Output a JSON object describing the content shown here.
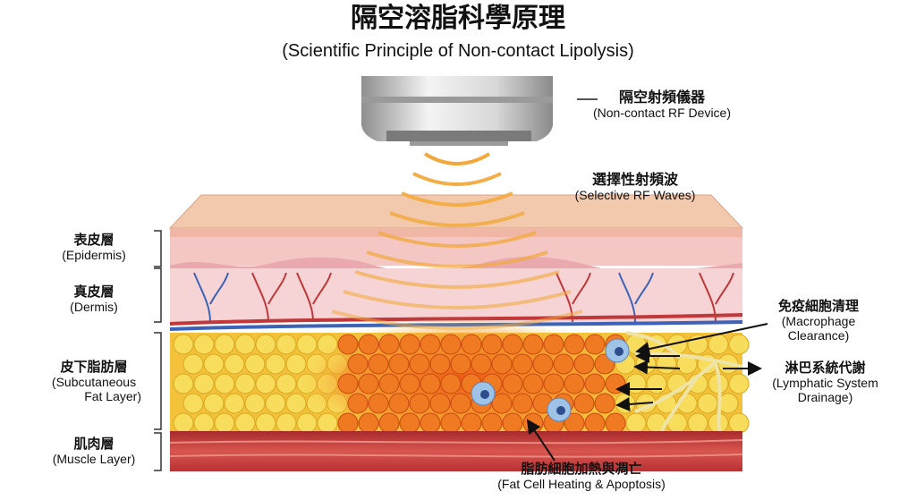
{
  "title": "隔空溶脂科學原理",
  "subtitle": "(Scientific Principle of Non-contact Lipolysis)",
  "labels": {
    "device": {
      "zh": "隔空射頻儀器",
      "en": "(Non-contact RF Device)"
    },
    "waves": {
      "zh": "選擇性射頻波",
      "en": "(Selective RF Waves)"
    },
    "epidermis": {
      "zh": "表皮層",
      "en": "(Epidermis)"
    },
    "dermis": {
      "zh": "真皮層",
      "en": "(Dermis)"
    },
    "fat": {
      "zh": "皮下脂肪層",
      "en1": "(Subcutaneous",
      "en2": "Fat Layer)"
    },
    "muscle": {
      "zh": "肌肉層",
      "en": "(Muscle Layer)"
    },
    "macrophage": {
      "zh": "免疫細胞清理",
      "en1": "(Macrophage",
      "en2": "Clearance)"
    },
    "lymph": {
      "zh": "淋巴系統代謝",
      "en1": "(Lymphatic System",
      "en2": "Drainage)"
    },
    "apoptosis": {
      "zh": "脂肪細胞加熱與凋亡",
      "en": "(Fat Cell Heating & Apoptosis)"
    }
  },
  "colors": {
    "skin_top": "#f3c9ad",
    "epidermis": "#f4c6c4",
    "dermis": "#f6d4d6",
    "fat": "#f6d24a",
    "heated": "#f0731f",
    "muscle": "#c8383a",
    "vessel_blue": "#3d63b8",
    "wave": "#f2a93b"
  }
}
